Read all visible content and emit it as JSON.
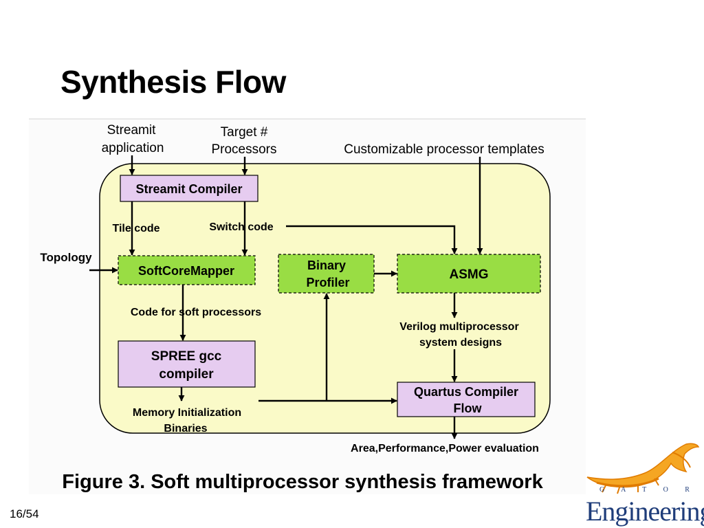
{
  "slide": {
    "title": "Synthesis Flow",
    "page": "16/54"
  },
  "diagram": {
    "inputs": {
      "streamit_application": [
        "Streamit",
        "application"
      ],
      "target_processors": [
        "Target #",
        "Processors"
      ],
      "templates": "Customizable processor templates",
      "topology": "Topology"
    },
    "boxes": {
      "streamit_compiler": "Streamit Compiler",
      "softcoremapper": "SoftCoreMapper",
      "binary_profiler": [
        "Binary",
        "Profiler"
      ],
      "asmg": "ASMG",
      "spree": [
        "SPREE gcc",
        "compiler"
      ],
      "quartus": [
        "Quartus Compiler",
        "Flow"
      ]
    },
    "edge_labels": {
      "tile_code": "Tile code",
      "switch_code": "Switch code",
      "code_for_soft": "Code for soft processors",
      "verilog": [
        "Verilog multiprocessor",
        "system designs"
      ],
      "memory": [
        "Memory Initialization",
        "Binaries"
      ],
      "area": "Area,Performance,Power evaluation"
    },
    "caption": "Figure 3. Soft multiprocessor synthesis framework",
    "colors": {
      "region_fill": "#fafac8",
      "purple_box": "#e6ccf0",
      "green_box": "#99dd44",
      "ink": "#000000"
    }
  },
  "logo": {
    "gator_text": "G A T O R",
    "wordmark": "Engineering",
    "registered": "®"
  }
}
